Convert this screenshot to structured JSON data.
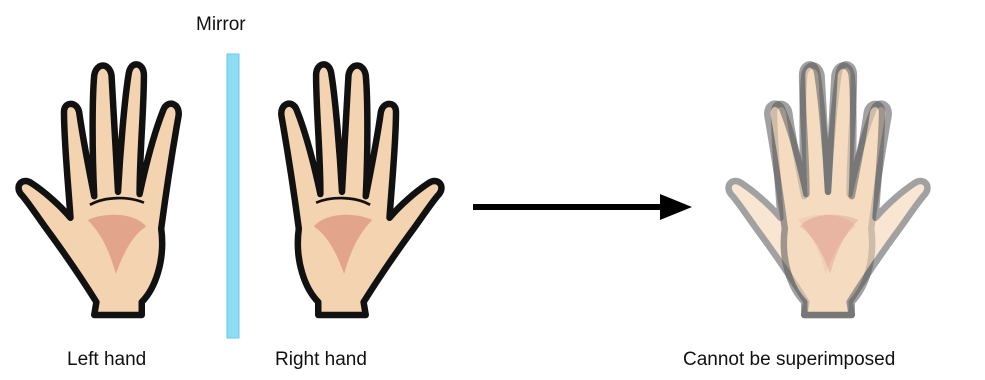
{
  "labels": {
    "mirror": "Mirror",
    "left_hand": "Left hand",
    "right_hand": "Right hand",
    "superimposed": "Cannot be superimposed"
  },
  "colors": {
    "skin": "#f3d3b0",
    "palm": "#e2a48a",
    "outline": "#111111",
    "mirror": "#8fdcf5",
    "arrow": "#000000"
  }
}
